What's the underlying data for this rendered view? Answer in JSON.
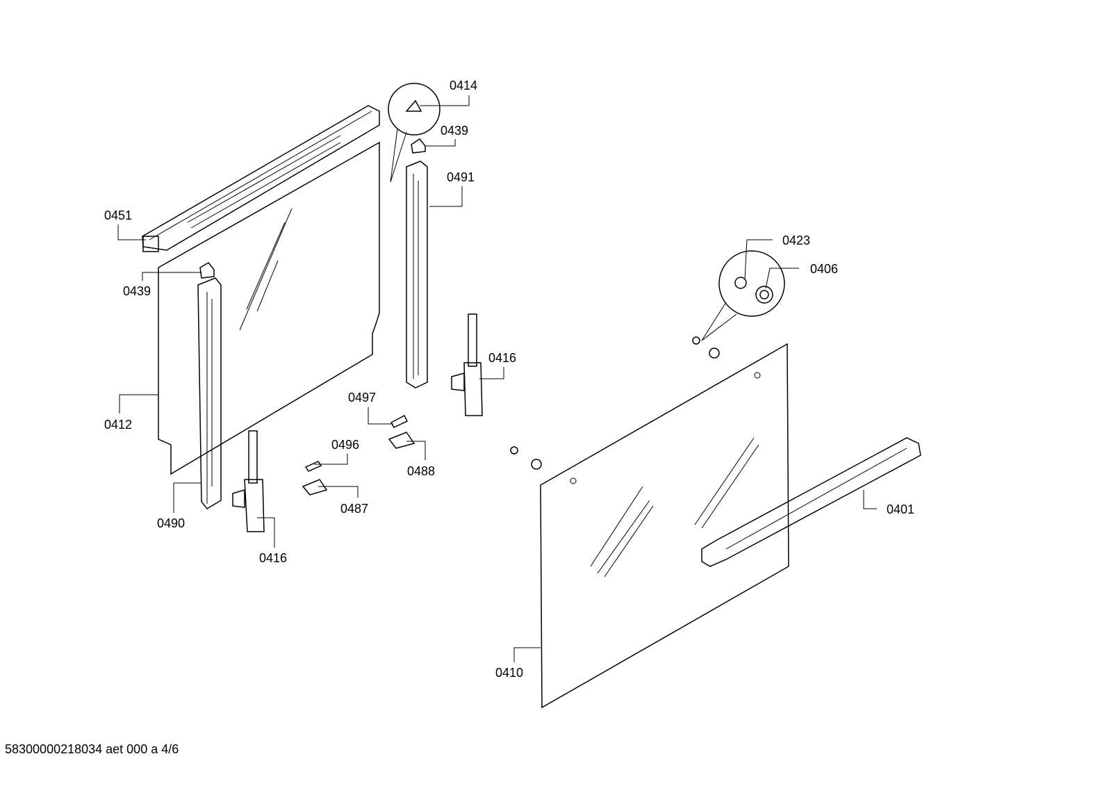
{
  "labels": {
    "p0414": "0414",
    "p0439a": "0439",
    "p0491": "0491",
    "p0451": "0451",
    "p0439b": "0439",
    "p0412": "0412",
    "p0490": "0490",
    "p0416a": "0416",
    "p0496": "0496",
    "p0497": "0497",
    "p0488": "0488",
    "p0487": "0487",
    "p0416b": "0416",
    "p0423": "0423",
    "p0406": "0406",
    "p0401": "0401",
    "p0410": "0410"
  },
  "footer": "58300000218034 aet 000 a 4/6"
}
